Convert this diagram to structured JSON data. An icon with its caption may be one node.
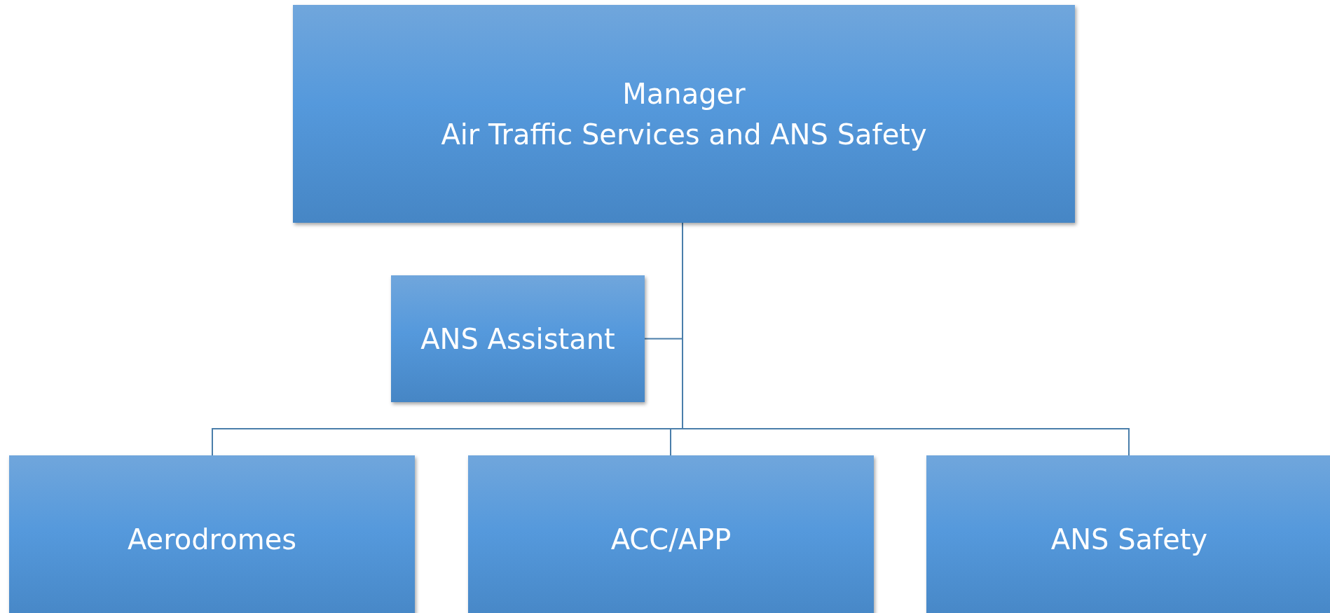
{
  "diagram": {
    "nodes": [
      {
        "text": [
          "Manager",
          "Air Traffic Services and ANS Safety"
        ]
      },
      {
        "text": [
          "ANS Assistant"
        ]
      },
      {
        "text": [
          "Aerodromes"
        ]
      },
      {
        "text": [
          "ACC/APP"
        ]
      },
      {
        "text": [
          "ANS Safety"
        ]
      }
    ],
    "edges": [
      {
        "from": 0,
        "to": 1,
        "arrow": "none"
      },
      {
        "from": 0,
        "to": 2,
        "arrow": "none"
      },
      {
        "from": 0,
        "to": 3,
        "arrow": "none"
      },
      {
        "from": 0,
        "to": 4,
        "arrow": "none"
      }
    ]
  }
}
